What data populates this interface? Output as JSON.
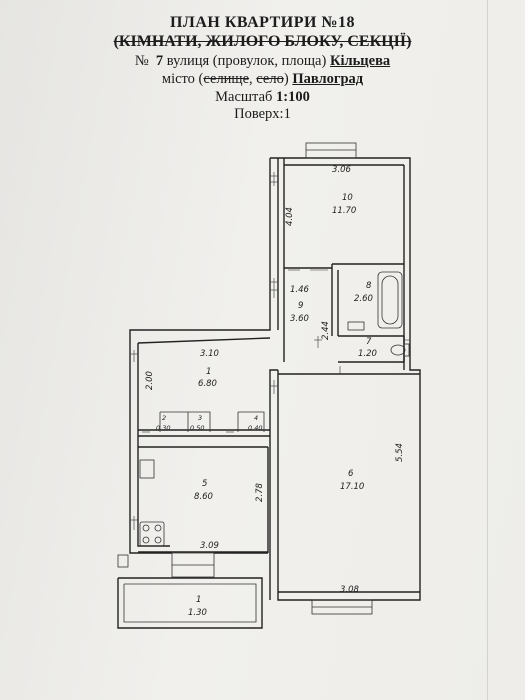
{
  "header": {
    "title": "ПЛАН КВАРТИРИ №18",
    "subtitle_struck": "(КІМНАТИ, ЖИЛОГО БЛОКУ, СЕКЦІЇ)",
    "street_prefix": "№",
    "house_no": "7",
    "street_word": "вулиця (провулок, площа)",
    "street_name": "Кільцева",
    "city_word": "місто (",
    "city_struck_1": "селище",
    "city_sep": ", ",
    "city_struck_2": "село",
    "city_close": ")",
    "city_name": "Павлоград",
    "scale_label": "Масштаб",
    "scale_value": "1:100",
    "floor_label": "Поверх:1"
  },
  "plan": {
    "dimensions": [
      {
        "value": "3.06"
      },
      {
        "value": "4.04"
      },
      {
        "value": "1.46"
      },
      {
        "value": "2.44"
      },
      {
        "value": "3.10"
      },
      {
        "value": "2.00"
      },
      {
        "value": "2.78"
      },
      {
        "value": "3.09"
      },
      {
        "value": "5.54"
      },
      {
        "value": "3.08"
      }
    ],
    "rooms": [
      {
        "number": "10",
        "area": "11.70"
      },
      {
        "number": "8",
        "area": "2.60"
      },
      {
        "number": "9",
        "area": "3.60"
      },
      {
        "number": "7",
        "area": "1.20"
      },
      {
        "number": "1",
        "area": "6.80"
      },
      {
        "number": "2",
        "area": "0.30"
      },
      {
        "number": "3",
        "area": "0.50"
      },
      {
        "number": "4",
        "area": "0.40"
      },
      {
        "number": "5",
        "area": "8.60"
      },
      {
        "number": "6",
        "area": "17.10"
      },
      {
        "number": "1",
        "area": "1.30"
      }
    ]
  }
}
